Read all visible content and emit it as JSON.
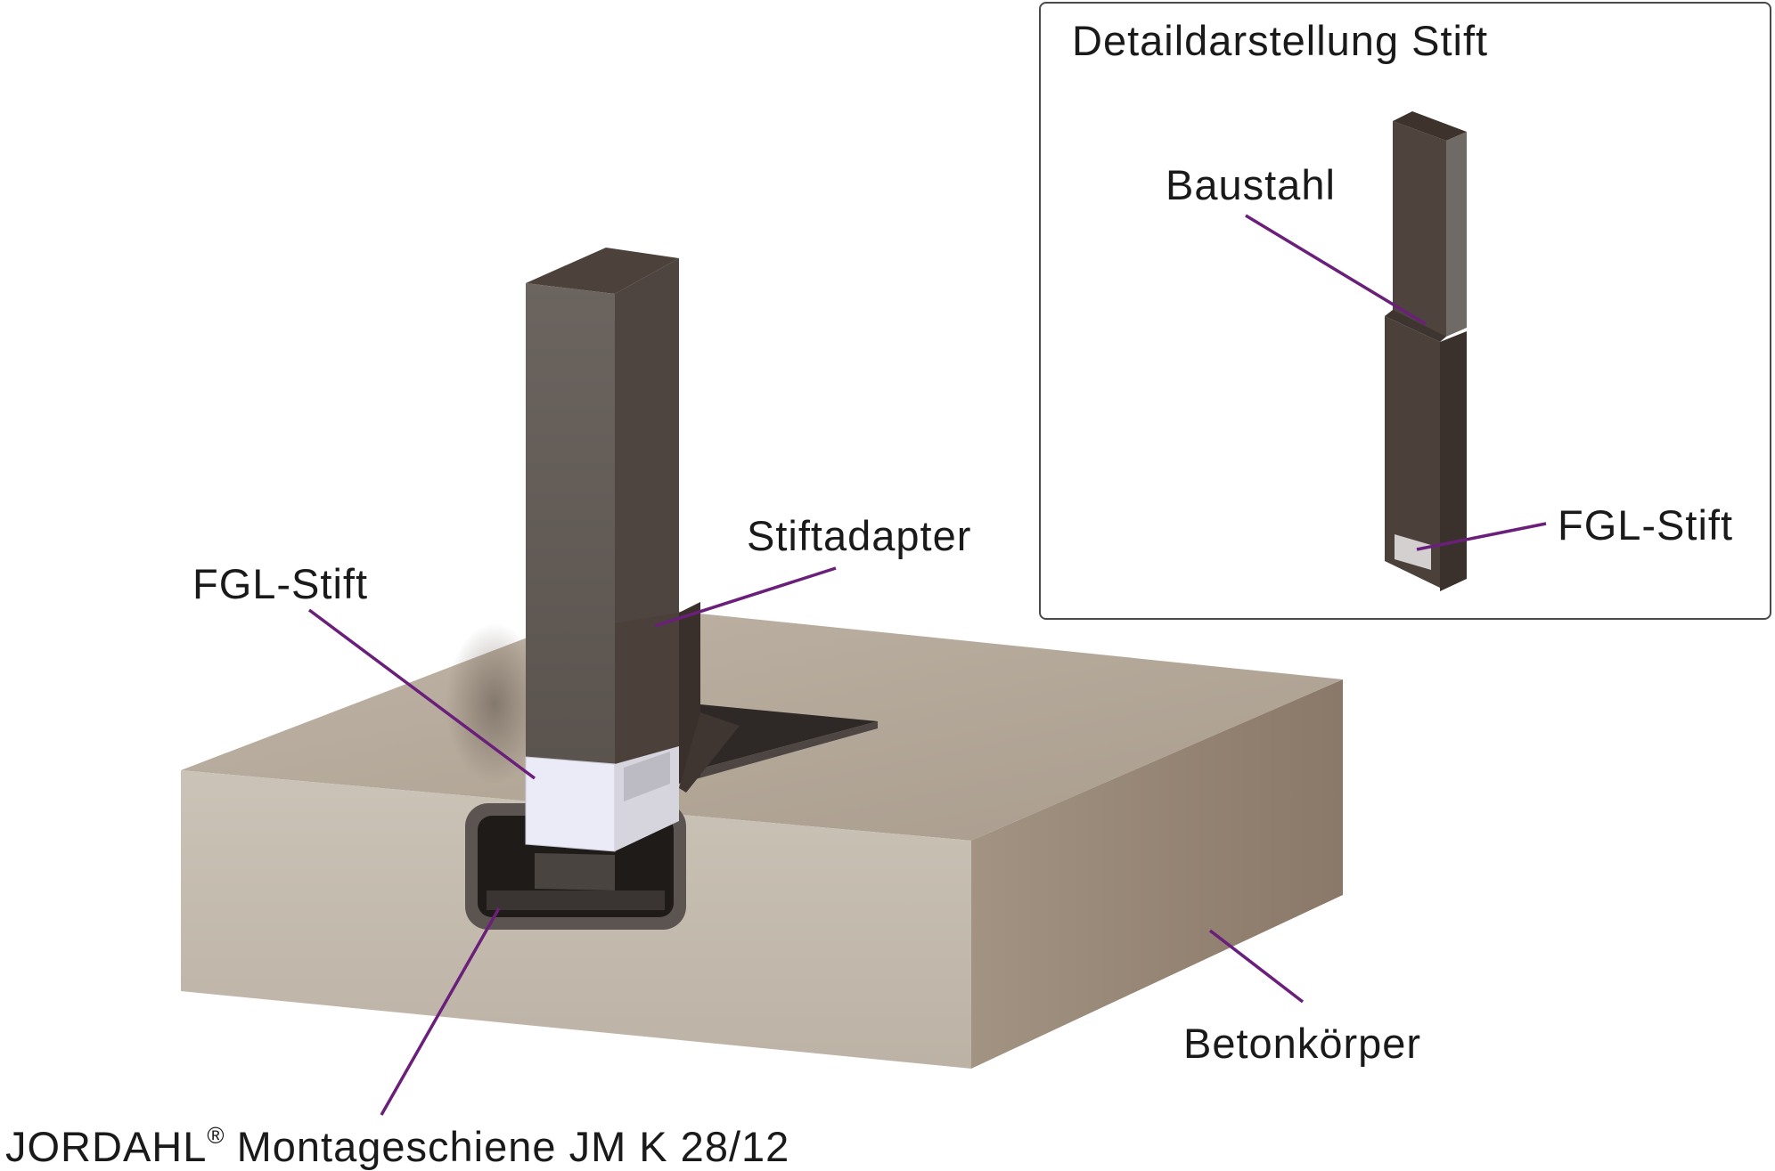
{
  "colors": {
    "leader": "#6a1f7a",
    "concrete_top": "#b5aa9c",
    "concrete_front": "#c5bcb0",
    "concrete_side": "#958474",
    "steel_dark": "#4a3e38",
    "steel_mid": "#5e5650",
    "steel_light": "#6e6863",
    "fgl_pin": "#e8e8f5",
    "rail_frame": "#5a5350"
  },
  "labels": {
    "fgl_main": "FGL-Stift",
    "adapter": "Stiftadapter",
    "concrete": "Betonkörper",
    "rail_brand": "JORDAHL",
    "rail_registered": "®",
    "rail_text": " Montageschiene JM K 28/12"
  },
  "inset": {
    "title": "Detaildarstellung Stift",
    "steel": "Baustahl",
    "fgl": "FGL-Stift"
  }
}
